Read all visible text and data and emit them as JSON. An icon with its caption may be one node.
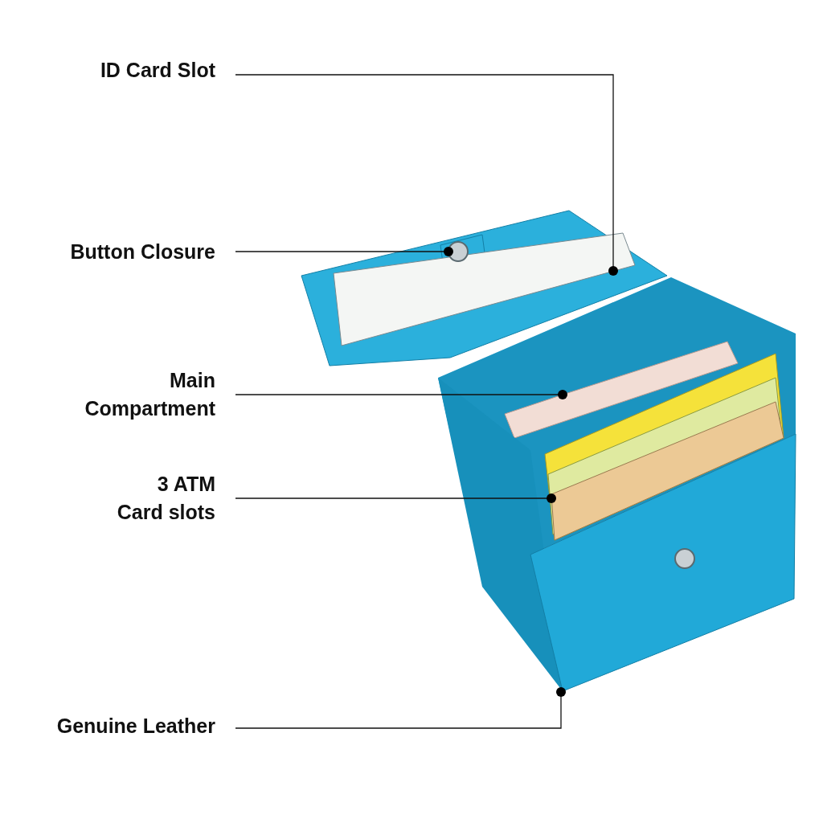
{
  "diagram": {
    "nodes": [
      {
        "text": [
          "ID Card Slot"
        ]
      },
      {
        "text": [
          "Button Closure"
        ]
      },
      {
        "text": [
          "Main Compartment"
        ]
      },
      {
        "text": [
          "3 ATM Card slots"
        ]
      },
      {
        "text": [
          "Genuine Leather"
        ]
      },
      {
        "text": [],
        "shape": "box"
      },
      {
        "text": [],
        "shape": "circle"
      },
      {
        "text": [],
        "shape": "box"
      },
      {
        "text": [],
        "shape": "box"
      },
      {
        "text": [],
        "shape": "box"
      }
    ],
    "edges": [
      {
        "from": 0,
        "to": 5,
        "arrow": "other"
      },
      {
        "from": 1,
        "to": 6,
        "arrow": "other"
      },
      {
        "from": 2,
        "to": 7,
        "arrow": "other"
      },
      {
        "from": 3,
        "to": 8,
        "arrow": "other"
      },
      {
        "from": 4,
        "to": 9,
        "arrow": "other"
      }
    ]
  }
}
